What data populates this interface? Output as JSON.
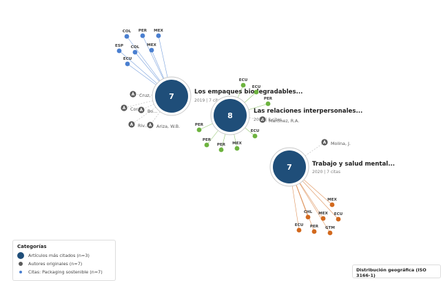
{
  "colors": {
    "hub": "#1f4e79",
    "author": "#5a5a5a",
    "countries_article1": "#4a7fd0",
    "countries_article2": "#6db33f",
    "countries_article3": "#d2691e"
  },
  "articles": [
    {
      "id": "a1",
      "count": "7",
      "title": "Los empaques biodegradables...",
      "subtitle": "2019 | 7 citas",
      "countries": [
        "COL",
        "PER",
        "MEX",
        "ESP",
        "COL",
        "MEX",
        "ECU"
      ],
      "authors": [
        "Cruz, A.",
        "Cor...",
        "Bo...",
        "Riv...",
        "Ariza, W.B."
      ]
    },
    {
      "id": "a2",
      "count": "8",
      "title": "Las relaciones interpersonales...",
      "subtitle": "2019 | 8 citas",
      "countries": [
        "ECU",
        "ECU",
        "PER",
        "ECU",
        "MEX",
        "PER",
        "PER",
        "PER"
      ],
      "authors": [
        "Martínez, R.A."
      ]
    },
    {
      "id": "a3",
      "count": "7",
      "title": "Trabajo y salud mental...",
      "subtitle": "2020 | 7 citas",
      "countries": [
        "MEX",
        "CHL",
        "MEX",
        "ECU",
        "ECU",
        "PER",
        "GTM"
      ],
      "authors": [
        "Molina, J."
      ]
    }
  ],
  "author_icon_letter": "A",
  "legend": {
    "title": "Categorías",
    "items": [
      "Artículos más citados (n=3)",
      "Autores originales (n=7)",
      "Citas: Packaging sostenible (n=7)"
    ]
  },
  "geo_panel": {
    "title": "Distribución geográfica (ISO 3166-1)"
  }
}
